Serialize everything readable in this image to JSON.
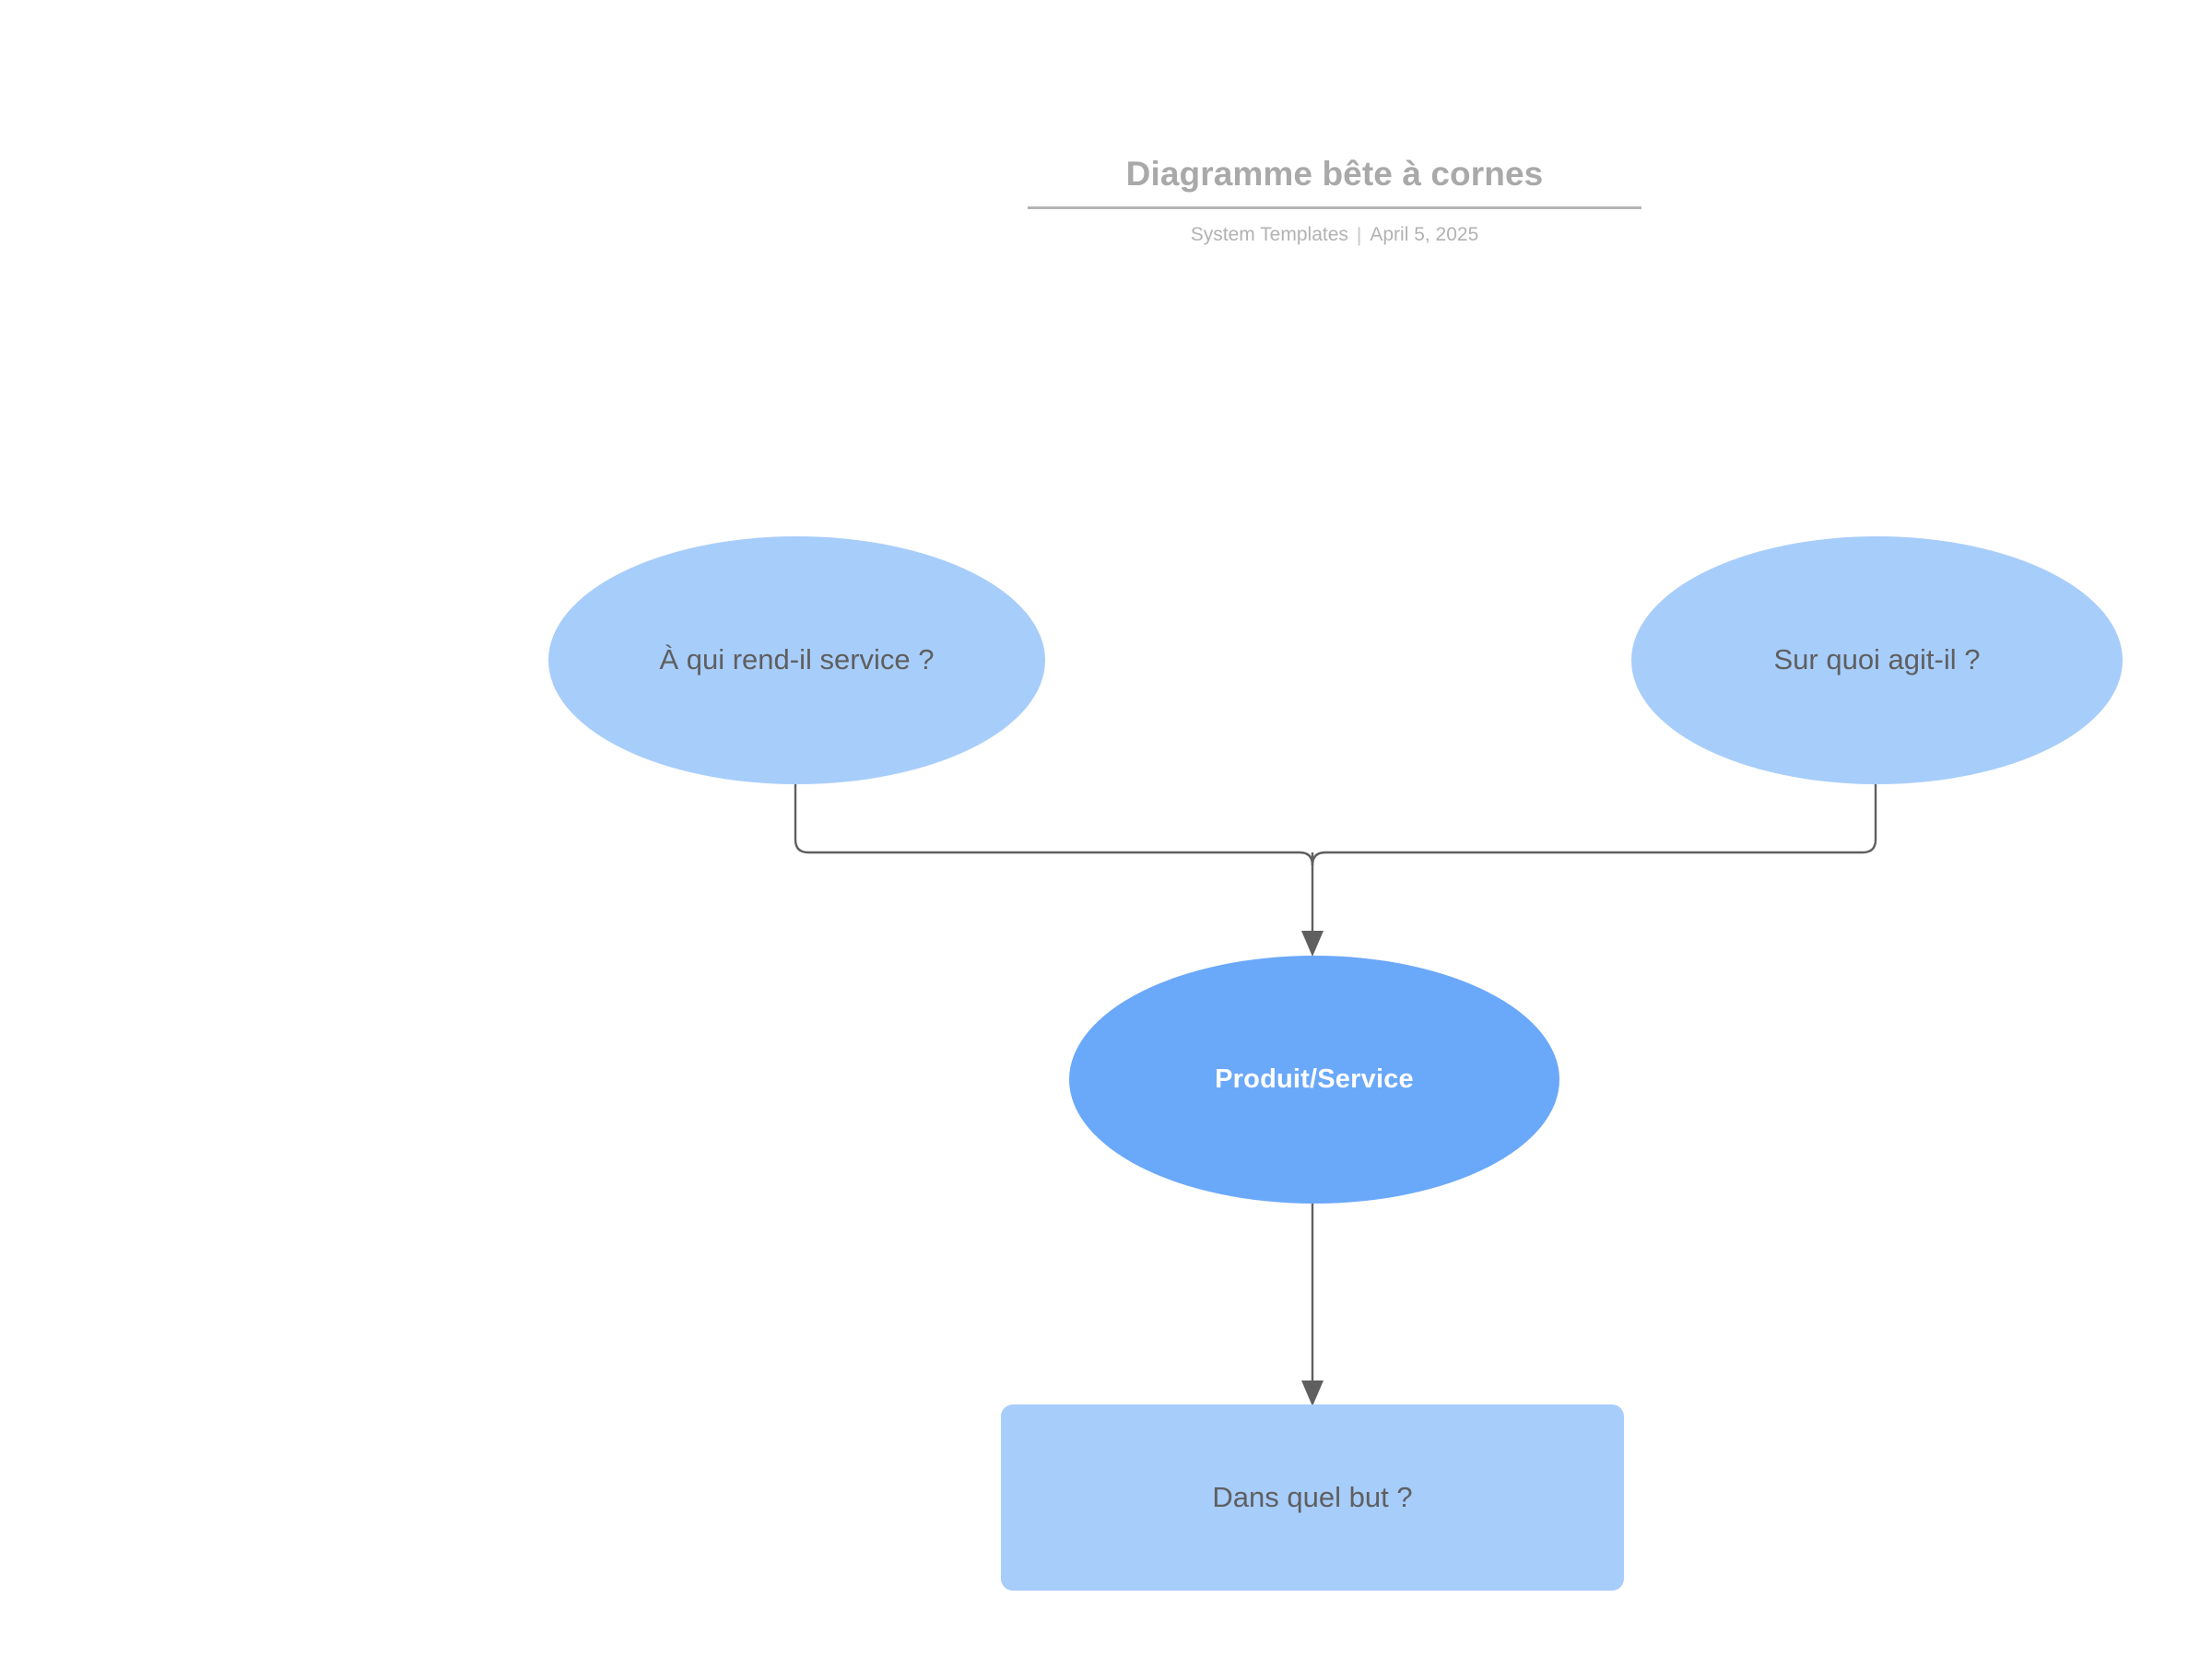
{
  "document": {
    "title": "Diagramme bête à cornes",
    "author": "System Templates",
    "separator": "|",
    "date": "April 5, 2025"
  },
  "diagram": {
    "type": "bete-a-cornes",
    "nodes": [
      {
        "id": "left",
        "label": "À qui rend-il service ?",
        "shape": "ellipse",
        "fill": "#a7cdfb",
        "text_color": "#5f5f5f"
      },
      {
        "id": "right",
        "label": "Sur quoi agit-il ?",
        "shape": "ellipse",
        "fill": "#a7cdfb",
        "text_color": "#5f5f5f"
      },
      {
        "id": "core",
        "label": "Produit/Service",
        "shape": "ellipse",
        "fill": "#6aa8fa",
        "text_color": "#ffffff"
      },
      {
        "id": "goal",
        "label": "Dans quel but ?",
        "shape": "rectangle",
        "fill": "#a7cdfb",
        "text_color": "#5f5f5f"
      }
    ],
    "edges": [
      {
        "from": "left",
        "to": "core",
        "arrow": true
      },
      {
        "from": "right",
        "to": "core",
        "arrow": true
      },
      {
        "from": "core",
        "to": "goal",
        "arrow": true
      }
    ],
    "edge_color": "#5f5f5f"
  }
}
